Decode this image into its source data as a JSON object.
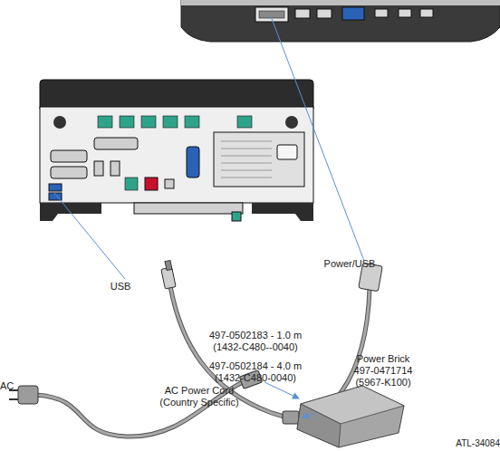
{
  "diagram": {
    "labels": [
      "Power/USB",
      "USB",
      "497-0502183 - 1.0 m (1432-C480--0040)",
      "497-0502184 - 4.0 m (1432-C480-0040)",
      "Power Brick 497-0471714 (5967-K100)",
      "AC Power Cord (Country Specific)",
      "AC",
      "ATL-34084"
    ]
  }
}
